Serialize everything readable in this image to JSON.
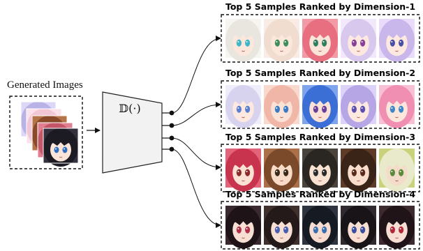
{
  "generated_label": "Generated Images",
  "encoder_label": "𝔻(·)",
  "rows": [
    {
      "title": "Top 5 Samples Ranked by Dimension-1",
      "faces": [
        {
          "hair": "#e9e6e0",
          "hair2": "#f7f5f0",
          "eye": "#3fb6c7",
          "skin": "#fbe7dc"
        },
        {
          "hair": "#f1dcd0",
          "hair2": "#f9ece4",
          "eye": "#3f8f5a",
          "skin": "#fbe7dc"
        },
        {
          "hair": "#e76f7f",
          "hair2": "#f29aa6",
          "eye": "#2f7f5f",
          "skin": "#fbe5da"
        },
        {
          "hair": "#d9c8ee",
          "hair2": "#f1e9fb",
          "eye": "#8a3f9a",
          "skin": "#fde9df"
        },
        {
          "hair": "#c9b6ea",
          "hair2": "#e9dcfb",
          "eye": "#4a4fa6",
          "skin": "#fde9df"
        }
      ]
    },
    {
      "title": "Top 5 Samples Ranked by Dimension-2",
      "faces": [
        {
          "hair": "#d7d2ee",
          "hair2": "#f0edfb",
          "eye": "#5a7fd0",
          "skin": "#fde9df"
        },
        {
          "hair": "#f0b7a8",
          "hair2": "#f9d8cd",
          "eye": "#3a7bc4",
          "skin": "#fbe2d6"
        },
        {
          "hair": "#3c6fd6",
          "hair2": "#7fa4ee",
          "eye": "#6a3f9a",
          "skin": "#fbe2d6"
        },
        {
          "hair": "#b7a6e6",
          "hair2": "#ddd2f7",
          "eye": "#5a4fb0",
          "skin": "#fde9df"
        },
        {
          "hair": "#f08fb2",
          "hair2": "#f7c0d4",
          "eye": "#3f86c9",
          "skin": "#fde6dc"
        }
      ]
    },
    {
      "title": "Top 5 Samples Ranked by Dimension-3",
      "faces": [
        {
          "hair": "#c8344e",
          "hair2": "#e2647a",
          "eye": "#8a2a2a",
          "skin": "#fbe0d4"
        },
        {
          "hair": "#7a4a2a",
          "hair2": "#a9704a",
          "eye": "#3a2a1a",
          "skin": "#f8dcc8"
        },
        {
          "hair": "#2a2622",
          "hair2": "#4a433c",
          "eye": "#2a2a2a",
          "skin": "#f8e2d2"
        },
        {
          "hair": "#3a2418",
          "hair2": "#5e3b28",
          "eye": "#5a2a1a",
          "skin": "#f8ddcc"
        },
        {
          "hair": "#e9eacc",
          "hair2": "#c9d27a",
          "eye": "#5a8a3a",
          "skin": "#f4dccb"
        }
      ]
    },
    {
      "title": "Top 5 Samples Ranked by Dimension-4",
      "faces": [
        {
          "hair": "#1e1418",
          "hair2": "#3a2a30",
          "eye": "#b0304a",
          "skin": "#f8dfd4"
        },
        {
          "hair": "#241a1a",
          "hair2": "#40302e",
          "eye": "#4a5fb0",
          "skin": "#f8dfd4"
        },
        {
          "hair": "#161a22",
          "hair2": "#2e3440",
          "eye": "#3a6fb0",
          "skin": "#f6dcd0"
        },
        {
          "hair": "#181418",
          "hair2": "#302a30",
          "eye": "#3a4fa0",
          "skin": "#f8dfd4"
        },
        {
          "hair": "#201418",
          "hair2": "#3c2a2e",
          "eye": "#b02a3a",
          "skin": "#f8dfd4"
        }
      ]
    }
  ],
  "stack_faces": [
    {
      "hair": "#b9b2e6",
      "hair2": "#dcd6f7",
      "eye": "#5a5fb0",
      "skin": "#fde9df"
    },
    {
      "hair": "#f3c6d6",
      "hair2": "#fbe2ea",
      "eye": "#a04a7a",
      "skin": "#fde9df"
    },
    {
      "hair": "#8a4a2a",
      "hair2": "#b57348",
      "eye": "#4a2a1a",
      "skin": "#f8dcc8"
    },
    {
      "hair": "#c4566a",
      "hair2": "#e07f90",
      "eye": "#7a2a3a",
      "skin": "#fbe0d4"
    },
    {
      "hair": "#1c1a22",
      "hair2": "#34303e",
      "eye": "#2f6fc0",
      "skin": "#fbe4d8"
    }
  ]
}
